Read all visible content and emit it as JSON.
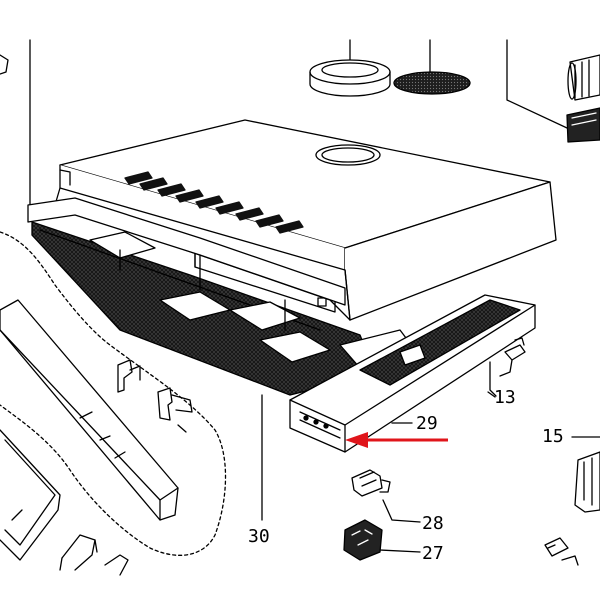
{
  "diagram": {
    "part_labels": {
      "p13": "13",
      "p15": "15",
      "p27": "27",
      "p28": "28",
      "p29": "29",
      "p30": "30"
    },
    "colors": {
      "line": "#000000",
      "arrow": "#e0151b",
      "filter_mesh": "#2b2b2b",
      "background": "#ffffff"
    }
  }
}
